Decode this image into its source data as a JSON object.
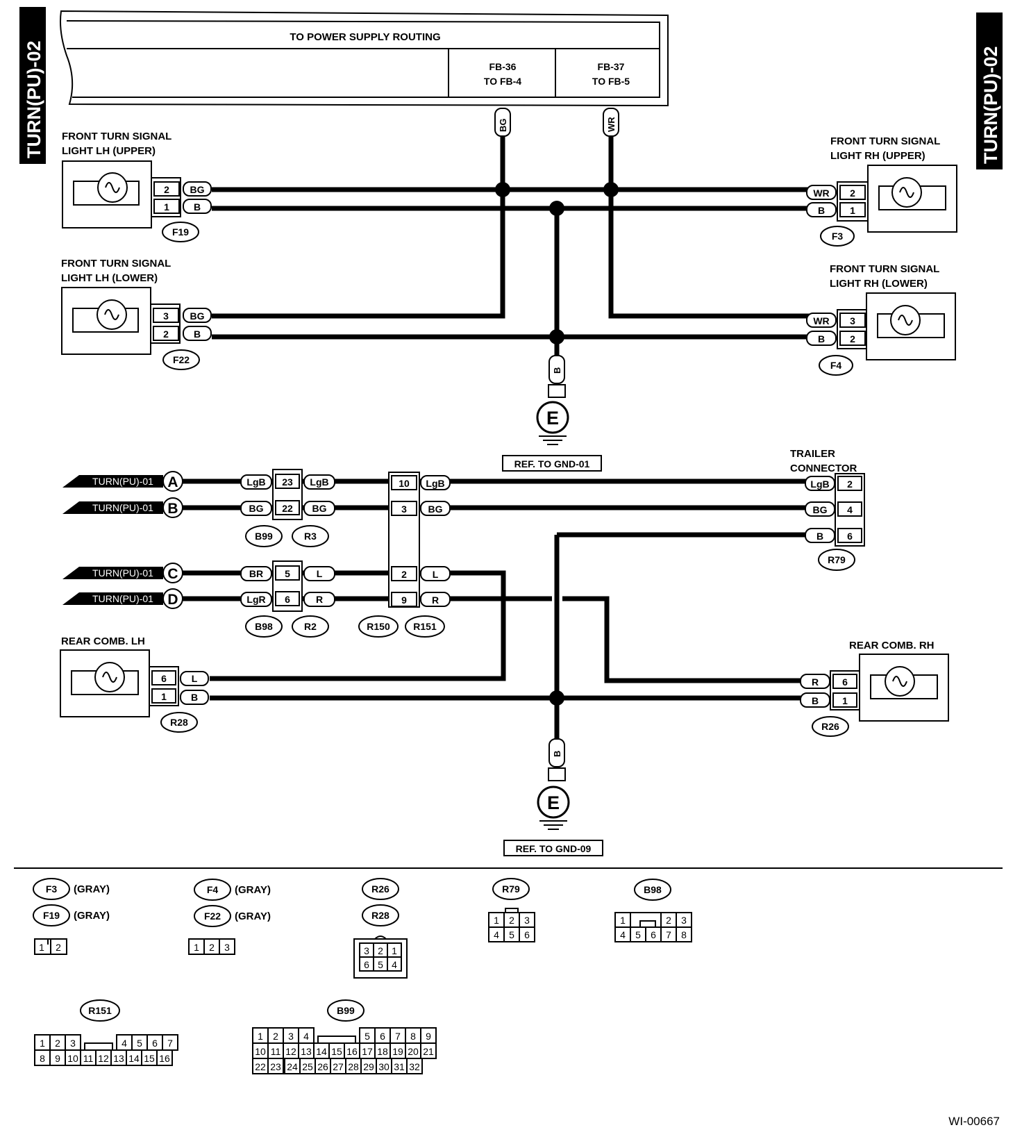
{
  "side_label": "TURN(PU)-02",
  "header": {
    "title": "TO POWER SUPPLY ROUTING",
    "fb36": [
      "FB-36",
      "TO FB-4"
    ],
    "fb37": [
      "FB-37",
      "TO FB-5"
    ]
  },
  "wire_colors": {
    "bg": "BG",
    "wr": "WR",
    "b": "B",
    "lgb": "LgB",
    "br": "BR",
    "lgr": "LgR",
    "l": "L",
    "r": "R"
  },
  "components": {
    "front_lh_upper": [
      "FRONT TURN SIGNAL",
      "LIGHT LH (UPPER)"
    ],
    "front_lh_lower": [
      "FRONT TURN SIGNAL",
      "LIGHT LH (LOWER)"
    ],
    "front_rh_upper": [
      "FRONT TURN SIGNAL",
      "LIGHT RH (UPPER)"
    ],
    "front_rh_lower": [
      "FRONT TURN SIGNAL",
      "LIGHT RH (LOWER)"
    ],
    "trailer": [
      "TRAILER",
      "CONNECTOR"
    ],
    "rear_lh": "REAR COMB. LH",
    "rear_rh": "REAR COMB. RH"
  },
  "connectors": {
    "F19": "F19",
    "F22": "F22",
    "F3": "F3",
    "F4": "F4",
    "B99": "B99",
    "R3": "R3",
    "B98": "B98",
    "R2": "R2",
    "R150": "R150",
    "R151": "R151",
    "R79": "R79",
    "R28": "R28",
    "R26": "R26"
  },
  "pins": {
    "f19": [
      "2",
      "1"
    ],
    "f22": [
      "3",
      "2"
    ],
    "f3": [
      "2",
      "1"
    ],
    "f4": [
      "3",
      "2"
    ],
    "b99": [
      "23",
      "22"
    ],
    "b98": [
      "5",
      "6"
    ],
    "r150": [
      "10",
      "3",
      "2",
      "9"
    ],
    "r79": [
      "2",
      "4",
      "6"
    ],
    "r28": [
      "6",
      "1"
    ],
    "r26": [
      "6",
      "1"
    ]
  },
  "ground": {
    "symbol": "E",
    "ref1": "REF. TO GND-01",
    "ref2": "REF. TO GND-09"
  },
  "inputs": {
    "source": "TURN(PU)-01",
    "letters": [
      "A",
      "B",
      "C",
      "D"
    ]
  },
  "legend": {
    "gray": "(GRAY)",
    "two_pin": [
      "1",
      "2"
    ],
    "three_pin": [
      "1",
      "2",
      "3"
    ],
    "r26_r28_top": [
      "3",
      "2",
      "1"
    ],
    "r26_r28_bottom": [
      "6",
      "5",
      "4"
    ],
    "r79_top": [
      "1",
      "2",
      "3"
    ],
    "r79_bottom": [
      "4",
      "5",
      "6"
    ],
    "b98_top": [
      "1",
      "2",
      "3"
    ],
    "b98_bottom": [
      "4",
      "5",
      "6",
      "7",
      "8"
    ],
    "r151_top": [
      "1",
      "2",
      "3",
      "4",
      "5",
      "6",
      "7"
    ],
    "r151_bottom": [
      "8",
      "9",
      "10",
      "11",
      "12",
      "13",
      "14",
      "15",
      "16"
    ],
    "b99_row1": [
      "1",
      "2",
      "3",
      "4",
      "5",
      "6",
      "7",
      "8",
      "9"
    ],
    "b99_row2": [
      "10",
      "11",
      "12",
      "13",
      "14",
      "15",
      "16",
      "17",
      "18",
      "19",
      "20",
      "21"
    ],
    "b99_row3": [
      "22",
      "23",
      "24",
      "25",
      "26",
      "27",
      "28",
      "29",
      "30",
      "31",
      "32"
    ]
  },
  "figure_id": "WI-00667"
}
